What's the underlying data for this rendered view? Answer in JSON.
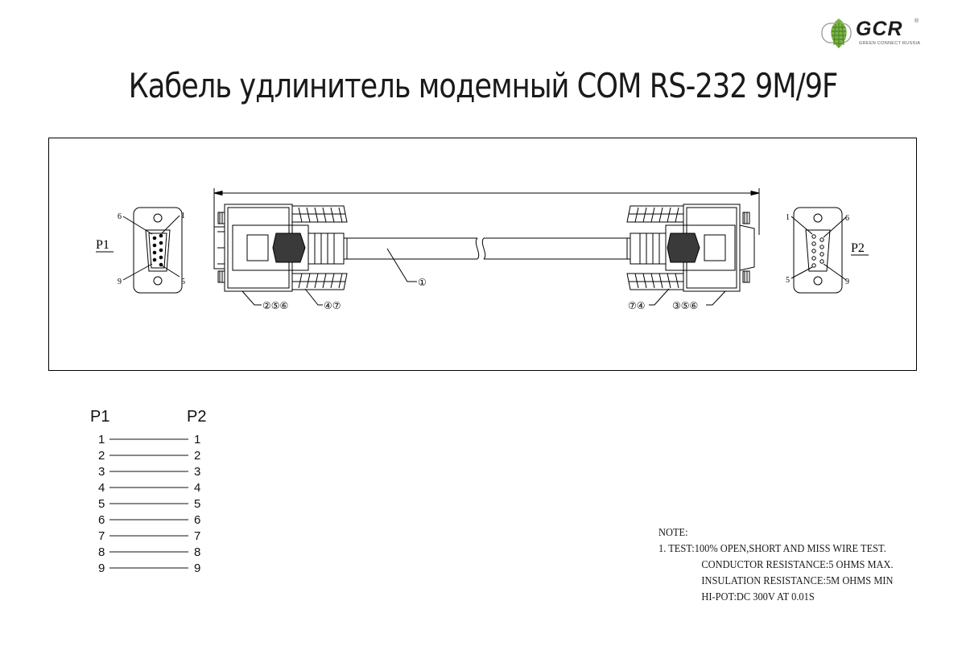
{
  "logo": {
    "word": "GCR",
    "subtitle": "GREEN CONNECT RUSSIA",
    "registered": "®",
    "colors": {
      "green": "#7db246",
      "dark_green": "#4d8a2a",
      "text": "#1b1b1b"
    }
  },
  "title": "Кабель удлинитель модемный COM RS-232 9M/9F",
  "drawing": {
    "left_connector": {
      "label": "P1",
      "pins": [
        "6",
        "1",
        "9",
        "5"
      ]
    },
    "right_connector": {
      "label": "P2",
      "pins": [
        "1",
        "6",
        "5",
        "9"
      ]
    },
    "callouts": {
      "cable": "①",
      "left_shell": "②⑤⑥",
      "left_boot": "④⑦",
      "right_boot": "⑦④",
      "right_shell": "③⑤⑥"
    }
  },
  "pinout": {
    "headers": [
      "P1",
      "P2"
    ],
    "rows": [
      {
        "p1": "1",
        "p2": "1"
      },
      {
        "p1": "2",
        "p2": "2"
      },
      {
        "p1": "3",
        "p2": "3"
      },
      {
        "p1": "4",
        "p2": "4"
      },
      {
        "p1": "5",
        "p2": "5"
      },
      {
        "p1": "6",
        "p2": "6"
      },
      {
        "p1": "7",
        "p2": "7"
      },
      {
        "p1": "8",
        "p2": "8"
      },
      {
        "p1": "9",
        "p2": "9"
      }
    ]
  },
  "note": {
    "heading": "NOTE:",
    "lines": [
      "1. TEST:100% OPEN,SHORT AND MISS WIRE TEST.",
      "CONDUCTOR RESISTANCE:5 OHMS MAX.",
      "INSULATION RESISTANCE:5M OHMS MIN",
      "HI-POT:DC 300V AT 0.01S"
    ]
  }
}
